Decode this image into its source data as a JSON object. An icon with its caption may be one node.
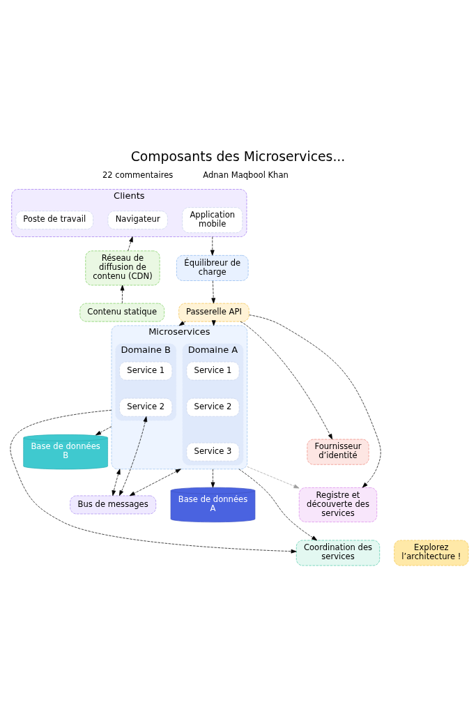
{
  "diagram": {
    "title": "Composants des Microservices...",
    "nodes": [
      {
        "text": [
          "Clients"
        ]
      },
      {
        "text": [
          "Navigateur"
        ],
        "in": 0
      },
      {
        "text": [
          "Application mobile"
        ],
        "in": 0
      },
      {
        "text": [
          "Poste de travail"
        ],
        "in": 0
      },
      {
        "text": [
          "Réseau de diffusion de contenu (CDN)"
        ]
      },
      {
        "text": [
          "Contenu statique"
        ]
      },
      {
        "text": [
          "Équilibreur de charge"
        ]
      },
      {
        "text": [
          "Passerelle API"
        ]
      },
      {
        "text": [
          "Fournisseur d’identité"
        ]
      },
      {
        "text": [
          "Microservices"
        ]
      },
      {
        "text": [
          "Domaine A"
        ],
        "in": 9
      },
      {
        "text": [
          "Service 1"
        ],
        "in": 10
      },
      {
        "text": [
          "Service 2"
        ],
        "in": 10
      },
      {
        "text": [
          "Service 3"
        ],
        "in": 10
      },
      {
        "text": [
          "Domaine B"
        ],
        "in": 9
      },
      {
        "text": [
          "Service 1"
        ],
        "in": 14
      },
      {
        "text": [
          "Service 2"
        ],
        "in": 14
      },
      {
        "text": [
          "Registre et découverte des services"
        ]
      },
      {
        "text": [
          "Coordination des services"
        ]
      },
      {
        "text": [
          "Bus de messages"
        ]
      },
      {
        "text": [
          "Base de données A"
        ]
      },
      {
        "text": [
          "Base de données B"
        ]
      },
      {
        "text": [
          "Explorez l’architecture !"
        ]
      }
    ],
    "edges": [
      {
        "from": 4,
        "to": 0,
        "arrow": "to",
        "style": "dashed"
      },
      {
        "from": 5,
        "to": 4,
        "arrow": "to",
        "style": "dashed"
      },
      {
        "from": 0,
        "to": 6,
        "arrow": "to",
        "style": "dashed"
      },
      {
        "from": 6,
        "to": 7,
        "arrow": "to",
        "style": "dashed"
      },
      {
        "from": 7,
        "to": 8,
        "arrow": "to",
        "style": "dashed"
      },
      {
        "from": 7,
        "to": 9,
        "arrow": "to",
        "style": "dashed"
      },
      {
        "from": 7,
        "to": 9,
        "arrow": "to",
        "style": "dashed"
      },
      {
        "from": 7,
        "to": 17,
        "arrow": "to",
        "style": "dashed"
      },
      {
        "from": 9,
        "to": 17,
        "arrow": "to",
        "style": "dashed",
        "color": "#9e9e9e"
      },
      {
        "from": 9,
        "to": 18,
        "arrow": "to",
        "style": "dashed"
      },
      {
        "from": 9,
        "to": 18,
        "arrow": "to",
        "style": "dashed"
      },
      {
        "from": 9,
        "to": 21,
        "arrow": "to",
        "style": "dashed"
      },
      {
        "from": 9,
        "to": 20,
        "arrow": "to",
        "style": "dashed"
      },
      {
        "from": 9,
        "to": 19,
        "arrow": "both",
        "style": "dashed"
      },
      {
        "from": 16,
        "to": 19,
        "arrow": "both",
        "style": "dashed"
      },
      {
        "from": 19,
        "to": 9,
        "arrow": "both",
        "style": "dashed"
      }
    ],
    "labels": [
      "Adnan Maqbool Khan",
      "22 commentaires"
    ]
  }
}
